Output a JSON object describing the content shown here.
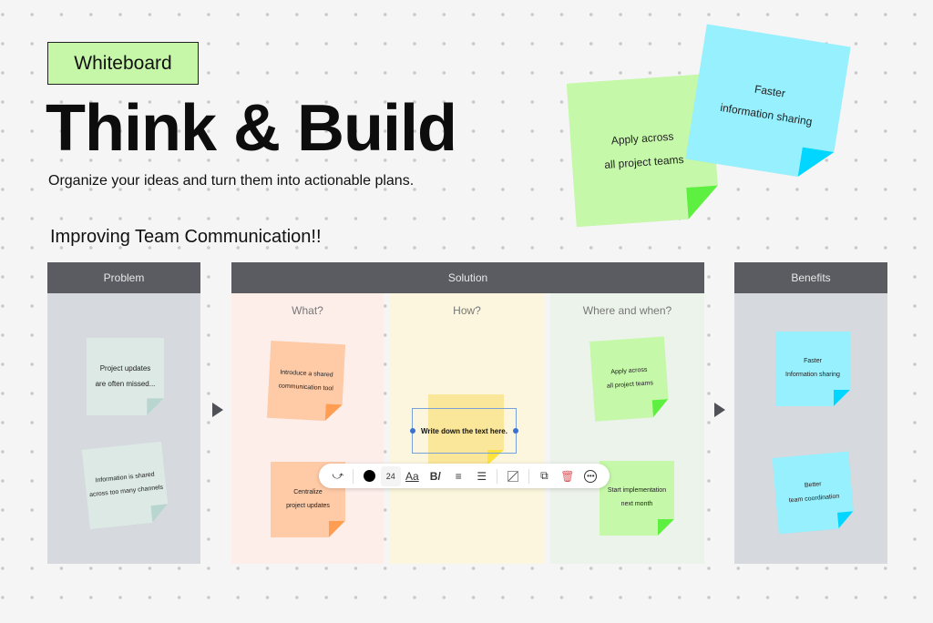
{
  "header": {
    "badge": "Whiteboard",
    "title": "Think & Build",
    "subtitle": "Organize your ideas and turn them into actionable plans."
  },
  "section_title": "Improving Team Communication!!",
  "columns": {
    "problem": {
      "label": "Problem",
      "notes": [
        [
          "Project updates",
          "are often missed..."
        ],
        [
          "Information is shared",
          "across too many channels"
        ]
      ]
    },
    "solution": {
      "label": "Solution",
      "subs": [
        {
          "label": "What?",
          "notes": [
            [
              "Introduce a shared",
              "communication tool"
            ],
            [
              "Centralize",
              "project updates"
            ]
          ]
        },
        {
          "label": "How?",
          "notes": [
            [
              "Write down the text here."
            ]
          ]
        },
        {
          "label": "Where and when?",
          "notes": [
            [
              "Apply across",
              "all project teams"
            ],
            [
              "Start implementation",
              "next month"
            ]
          ]
        }
      ]
    },
    "benefits": {
      "label": "Benefits",
      "notes": [
        [
          "Faster",
          "Information sharing"
        ],
        [
          "Better",
          "team coordination"
        ]
      ]
    }
  },
  "floating_notes": [
    [
      "Apply across",
      "all project teams"
    ],
    [
      "Faster",
      "information sharing"
    ]
  ],
  "toolbar": {
    "font_size": "24",
    "font_label": "Aa",
    "style_label": "B/"
  },
  "colors": {
    "green": "#c5f8a8",
    "cyan": "#97f0fe",
    "orange": "#ffcaa6",
    "mint": "#dce9e5",
    "yellow": "#fbe79a"
  }
}
